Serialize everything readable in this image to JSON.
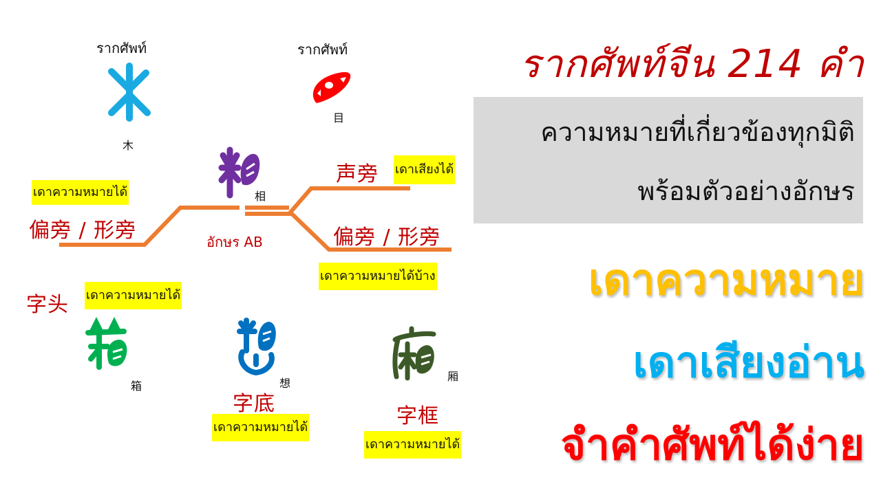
{
  "slide": {
    "title": "รากศัพท์จีน 214 คำ",
    "subtitle_box": {
      "line1": "ความหมายที่เกี่ยวข้องทุกมิติ",
      "line2": "พร้อมตัวอย่างอักษร"
    },
    "benefits": [
      {
        "text": "เดาความหมาย",
        "color": "#ffc000"
      },
      {
        "text": "เดาเสียงอ่าน",
        "color": "#00b0f0"
      },
      {
        "text": "จำคำศัพท์ได้ง่าย",
        "color": "#ff0000"
      }
    ]
  },
  "radicals": [
    {
      "caption": "รากศัพท์",
      "glyph": "木",
      "seal_color": "#1aaae2",
      "icon": "tree-seal-icon"
    },
    {
      "caption": "รากศัพท์",
      "glyph": "目",
      "seal_color": "#ff0000",
      "icon": "eye-seal-icon"
    }
  ],
  "center_char": {
    "glyph": "相",
    "seal_color": "#7030a0",
    "label": "อักษร AB"
  },
  "left_branch": {
    "hint": "เดาความหมายได้",
    "term": "偏旁 / 形旁"
  },
  "right_branches": [
    {
      "term": "声旁",
      "hint": "เดาเสียงได้"
    },
    {
      "term": "偏旁 / 形旁",
      "hint": "เดาความหมายได้บ้าง"
    }
  ],
  "positions": [
    {
      "term": "字头",
      "hint": "เดาความหมายได้",
      "glyph": "箱",
      "seal_color": "#00b050"
    },
    {
      "term": "字底",
      "hint": "เดาความหมายได้",
      "glyph": "想",
      "seal_color": "#0070c0"
    },
    {
      "term": "字框",
      "hint": "เดาความหมายได้",
      "glyph": "厢",
      "seal_color": "#3c5a28"
    }
  ],
  "colors": {
    "connector": "#ed7d31",
    "highlight": "#ffff00",
    "term_red": "#c00000",
    "gray_box": "#d9d9d9"
  }
}
